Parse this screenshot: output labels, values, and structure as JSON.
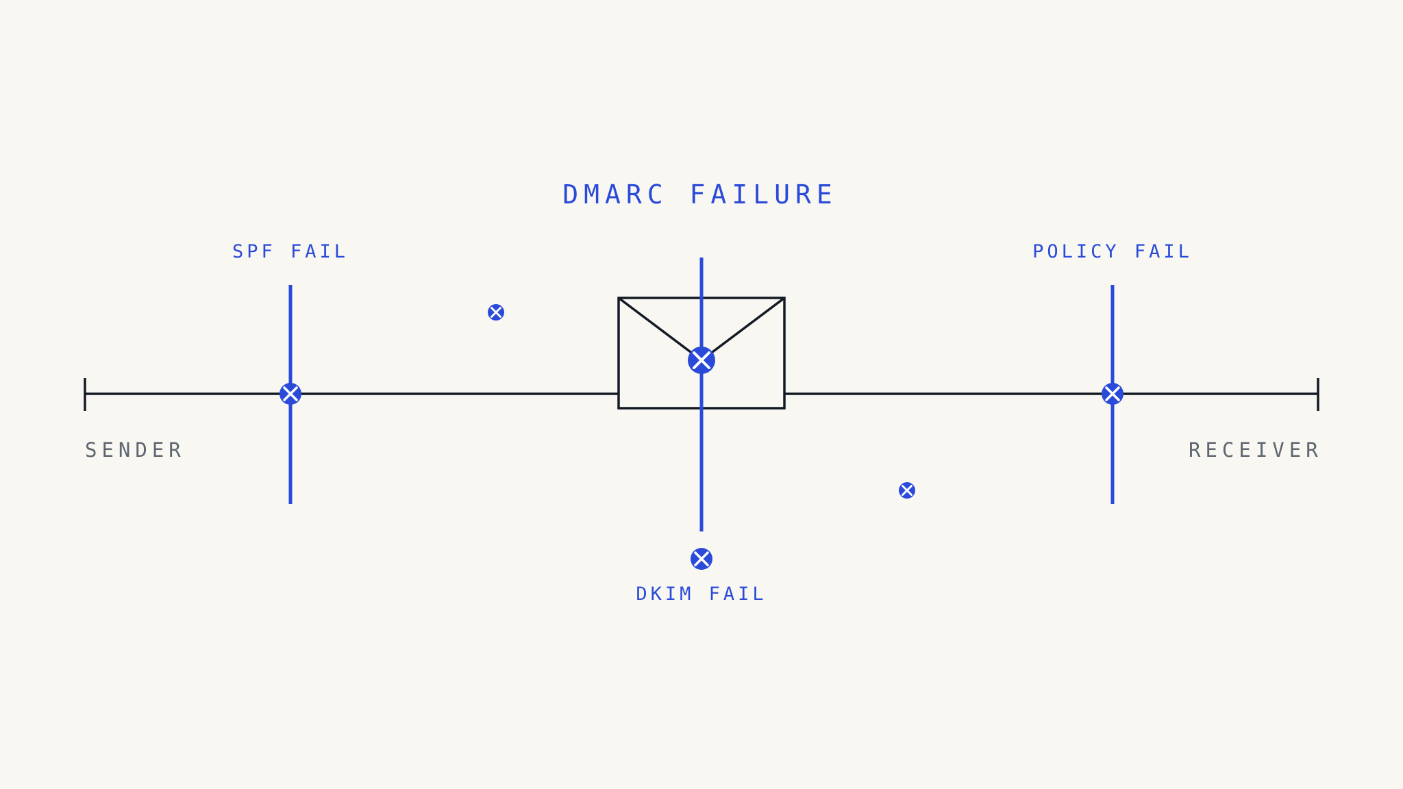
{
  "title": "DMARC FAILURE",
  "endpoints": {
    "sender": "SENDER",
    "receiver": "RECEIVER"
  },
  "checks": {
    "spf": "SPF FAIL",
    "dkim": "DKIM FAIL",
    "policy": "POLICY FAIL"
  },
  "icons": [
    "envelope-icon",
    "fail-x-icon"
  ],
  "colors": {
    "accent": "#2a4ad9",
    "line": "#141a24",
    "muted": "#5e6670",
    "background": "#f8f7f2"
  }
}
